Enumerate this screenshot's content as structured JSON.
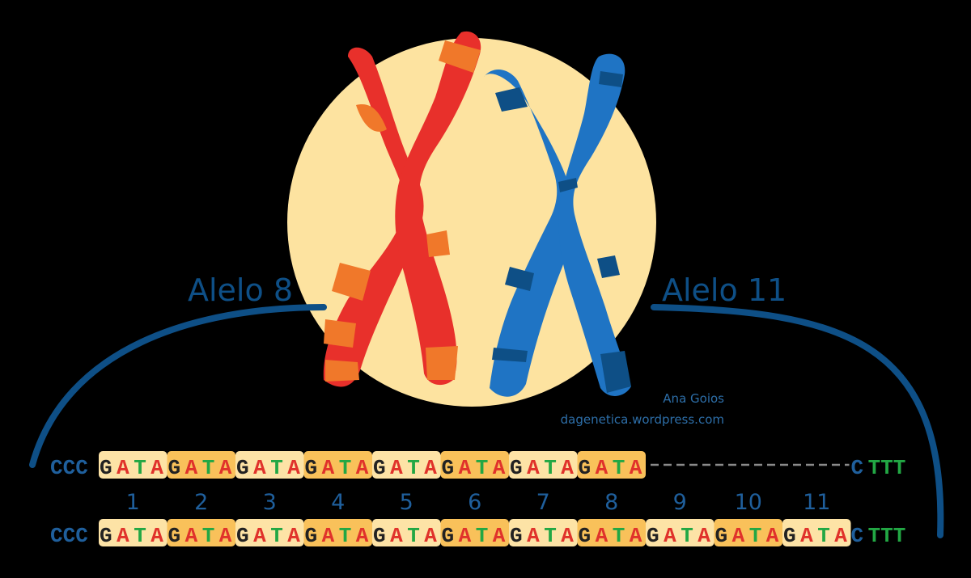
{
  "labels": {
    "allele_left": "Alelo 8",
    "allele_right": "Alelo 11"
  },
  "credit": {
    "author": "Ana Goios",
    "site": "dagenetica.wordpress.com"
  },
  "sequence": {
    "flank_left": "CCC",
    "flank_right_first": "C",
    "flank_right_rest": "TTT",
    "repeat_unit": [
      "G",
      "A",
      "T",
      "A"
    ],
    "top_repeat_count": 8,
    "bottom_repeat_count": 11,
    "repeat_numbers": [
      "1",
      "2",
      "3",
      "4",
      "5",
      "6",
      "7",
      "8",
      "9",
      "10",
      "11"
    ]
  },
  "colors": {
    "background": "#000000",
    "nucleus": "#fde3a0",
    "chromosome_red": "#e8302b",
    "chromosome_orange": "#f0782a",
    "chromosome_blue": "#1f74c4",
    "chromosome_blue_band": "#0e4f86",
    "curve_blue": "#0e4f86",
    "flank_blue": "#1f5f9c",
    "flank_green": "#22a744",
    "box_light": "#fde3a6",
    "box_dark": "#f9c15a",
    "base_G": "#222222",
    "base_A": "#e0322b",
    "base_T": "#22a744",
    "dash": "#8a8a8a"
  }
}
